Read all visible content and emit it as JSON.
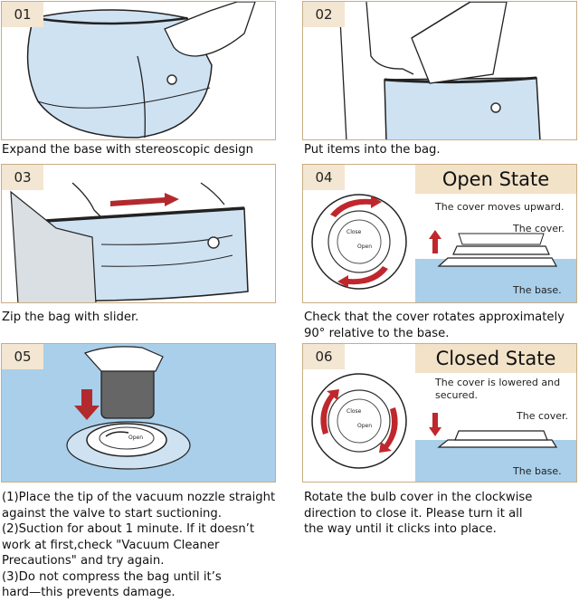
{
  "steps": [
    {
      "num": "01",
      "caption": "Expand the base with stereoscopic design"
    },
    {
      "num": "02",
      "caption": "Put items into the bag."
    },
    {
      "num": "03",
      "caption": "Zip the bag with slider."
    },
    {
      "num": "04",
      "caption_lines": [
        "Check that the cover rotates approximately",
        "90° relative to the base."
      ],
      "state_title": "Open State",
      "state_text": "The cover moves upward.",
      "label_cover": "The cover.",
      "label_base": "The base.",
      "dial_close": "Close",
      "dial_open": "Open"
    },
    {
      "num": "05",
      "caption_lines": [
        "(1)Place the tip of the vacuum nozzle straight",
        "against the valve to start suctioning.",
        "(2)Suction for about 1 minute. If it doesn’t",
        "work at first,check \"Vacuum Cleaner",
        "Precautions\" and try again.",
        "(3)Do not compress the bag until it’s",
        "hard—this prevents damage."
      ],
      "dial_open": "Open"
    },
    {
      "num": "06",
      "caption_lines": [
        "Rotate the bulb cover in the clockwise",
        "direction to close it. Please turn it all",
        "the way until it clicks into place."
      ],
      "state_title": "Closed State",
      "state_text_lines": [
        "The cover is lowered and",
        "secured."
      ],
      "label_cover": "The cover.",
      "label_base": "The base.",
      "dial_close": "Close",
      "dial_open": "Open"
    }
  ],
  "colors": {
    "border": "#c9ad85",
    "badge": "#f3e6d2",
    "bag": "#cfe2f2",
    "water": "#a9cfea",
    "arrow": "#c0272d"
  }
}
